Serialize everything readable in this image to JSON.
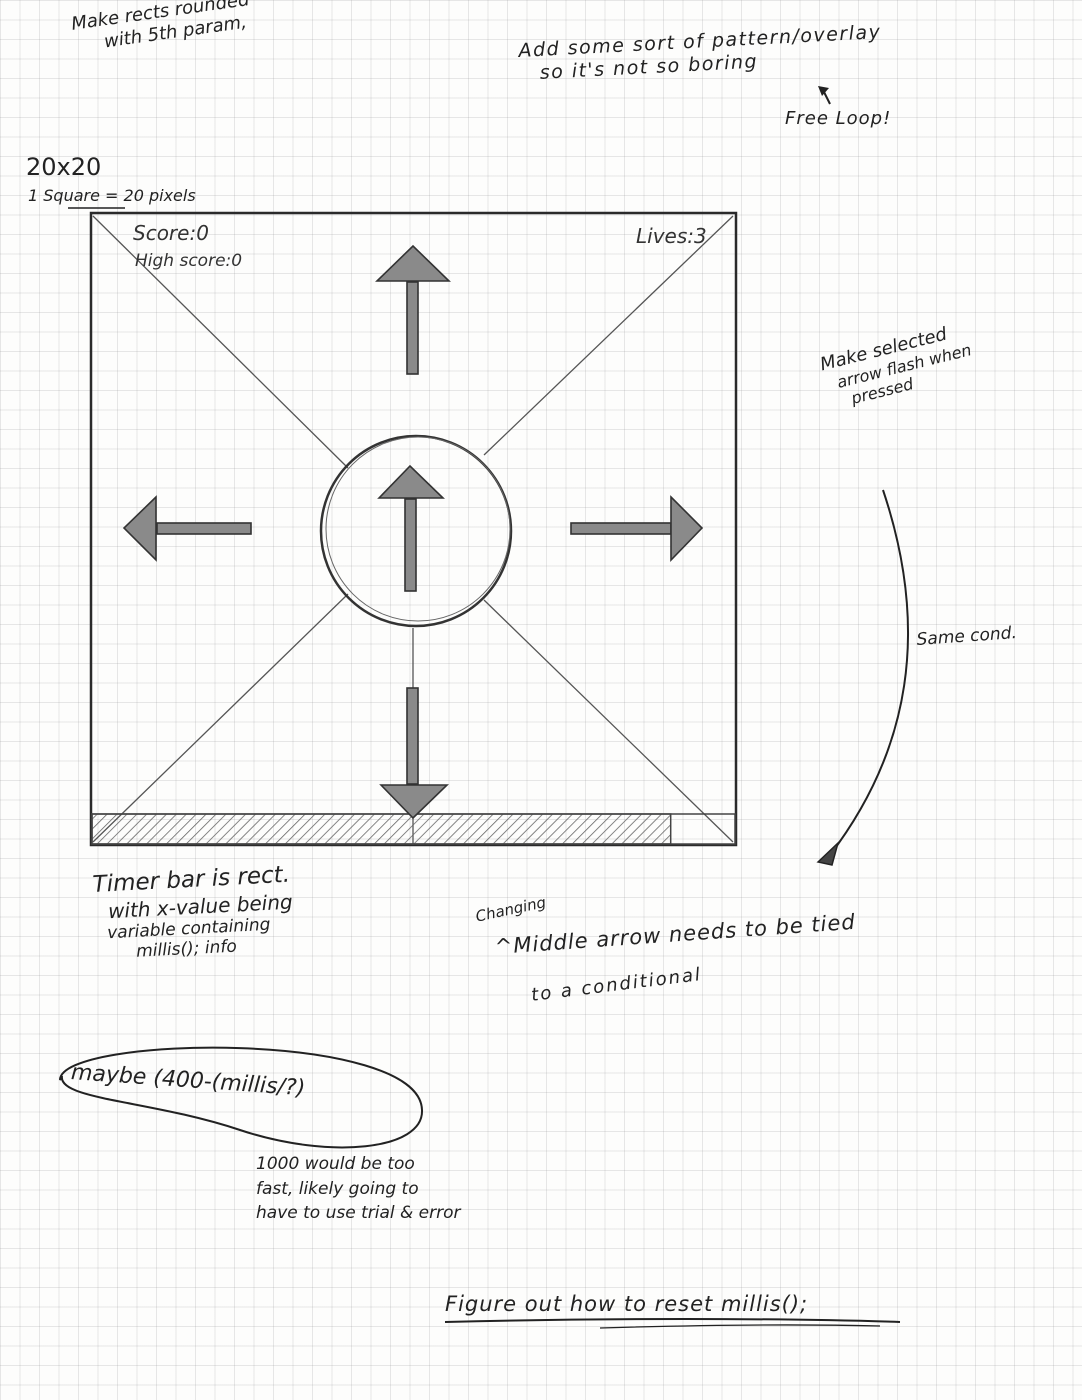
{
  "notes": {
    "rounded_rects": [
      "Make rects rounded",
      "with 5th param,"
    ],
    "pattern": [
      "Add some sort of pattern/overlay",
      "so it's not so boring"
    ],
    "free_loop": "Free Loop!",
    "grid_size": "20x20",
    "square_scale": "1 Square = 20 pixels",
    "flash": [
      "Make selected",
      "arrow flash when",
      "pressed"
    ],
    "same_cond": "Same cond.",
    "timer": [
      "Timer bar is rect.",
      "with x-value being",
      "variable containing",
      "millis(); info"
    ],
    "changing": "Changing",
    "middle_arrow": "^Middle arrow needs to be tied",
    "conditional": "to a conditional",
    "maybe": "maybe (400-(millis/?)",
    "speed": [
      "1000 would be too",
      "fast, likely going to",
      "have to use trial & error"
    ],
    "reset": "Figure out how to reset millis();"
  },
  "game": {
    "score": "Score:0",
    "high_score": "High score:0",
    "lives": "Lives:3",
    "timer_fill": 0.9
  }
}
